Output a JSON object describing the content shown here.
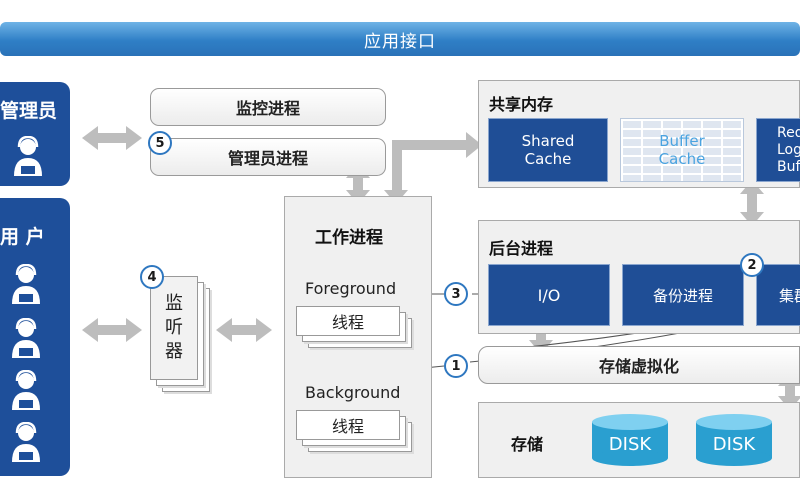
{
  "header": {
    "title": "应用接口"
  },
  "roles": {
    "admin": {
      "title": "管理员"
    },
    "user": {
      "title": "用 户"
    }
  },
  "processes": {
    "monitor": "监控进程",
    "admin_process": "管理员进程",
    "listener": [
      "监",
      "听",
      "器"
    ],
    "worker": {
      "title": "工作进程",
      "foreground": "Foreground",
      "background": "Background",
      "thread": "线程"
    }
  },
  "shared_memory": {
    "title": "共享内存",
    "shared_cache": [
      "Shared",
      "Cache"
    ],
    "buffer_cache": [
      "Buffer",
      "Cache"
    ],
    "redo_log_buffer": [
      "Red",
      "Log",
      "Buf"
    ]
  },
  "background": {
    "title": "后台进程",
    "io": "I/O",
    "backup": "备份进程",
    "cluster": "集群"
  },
  "storage_virtualization": "存储虚拟化",
  "storage": {
    "title": "存储",
    "disks": [
      "DISK",
      "DISK"
    ]
  },
  "badges": [
    "1",
    "2",
    "3",
    "4",
    "5"
  ],
  "colors": {
    "navy": "#1f4e96",
    "header": "#2f7fc6",
    "arrow": "#b8b8b8",
    "disk": "#2a9fd0"
  }
}
